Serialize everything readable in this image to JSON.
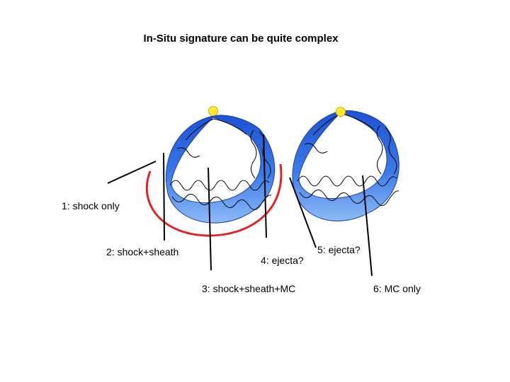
{
  "title": "In-Situ signature can be quite complex",
  "labels": {
    "case1": "1: shock only",
    "case2": "2: shock+sheath",
    "case3": "3: shock+sheath+MC",
    "case4": "4: ejecta?",
    "case5": "5: ejecta?",
    "case6": "6: MC only"
  },
  "colors": {
    "flux_rope_dark": "#1f55d6",
    "flux_rope_light": "#7ab0f5",
    "shock_front": "#e02020",
    "sun": "#ffe830",
    "trajectory": "#000000"
  }
}
